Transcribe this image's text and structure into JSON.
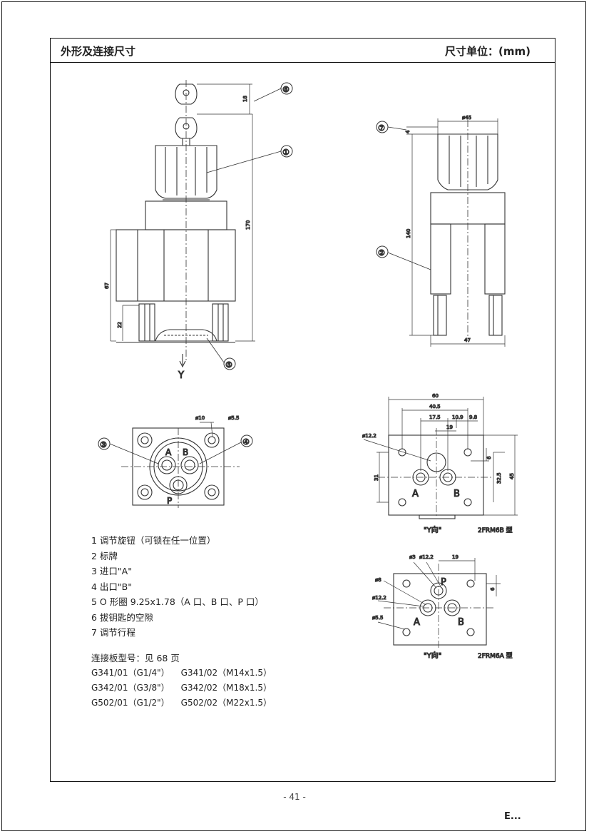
{
  "header": {
    "title": "外形及连接尺寸",
    "unit": "尺寸单位：(mm)"
  },
  "callouts": [
    "⑥",
    "①",
    "②",
    "③",
    "④",
    "⑤",
    "⑦"
  ],
  "side_view": {
    "y_label": "Y",
    "dim_18": "18",
    "dim_170": "170",
    "dim_67": "67",
    "dim_22": "22"
  },
  "right_view": {
    "dim_d45": "ø45",
    "dim_4": "4",
    "dim_140": "140",
    "dim_47": "47"
  },
  "bottom_view": {
    "label_a": "A",
    "label_b": "B",
    "label_p": "P",
    "dim_d10": "ø10",
    "dim_d5_5": "ø5.5"
  },
  "frm6b": {
    "dim_60": "60",
    "dim_40_5": "40.5",
    "dim_17_5": "17.5",
    "dim_10_9": "10.9",
    "dim_9_8": "9.8",
    "dim_19": "19",
    "dim_d12_2": "ø12.2",
    "dim_6": "6",
    "dim_32_5": "32.5",
    "dim_45": "45",
    "dim_31": "31",
    "label_a": "A",
    "label_b": "B",
    "y_dir": "\"Y向\"",
    "model": "2FRM6B 型"
  },
  "frm6a": {
    "dim_19": "19",
    "dim_d3": "ø3",
    "dim_d12_2_top": "ø12.2",
    "dim_d8": "ø8",
    "dim_d12_2": "ø12.2",
    "dim_d5_5": "ø5.5",
    "dim_6": "6",
    "label_p": "P",
    "label_a": "A",
    "label_b": "B",
    "y_dir": "\"Y向\"",
    "model": "2FRM6A 型"
  },
  "legend": [
    "1  调节旋钮（可锁在任一位置）",
    "2  标牌",
    "3  进口\"A\"",
    "4  出口\"B\"",
    "5  O 形圈 9.25x1.78（A 口、B 口、P 口）",
    "6  拔钥匙的空隙",
    "7  调节行程"
  ],
  "plates": {
    "title": "连接板型号：见 68 页",
    "rows": [
      [
        "G341/01（G1/4\"）",
        "G341/02（M14x1.5）"
      ],
      [
        "G342/01（G3/8\"）",
        "G342/02（M18x1.5）"
      ],
      [
        "G502/01（G1/2\"）",
        "G502/02（M22x1.5）"
      ]
    ]
  },
  "footer": {
    "page_number": "- 41 -",
    "mark": "E..."
  }
}
